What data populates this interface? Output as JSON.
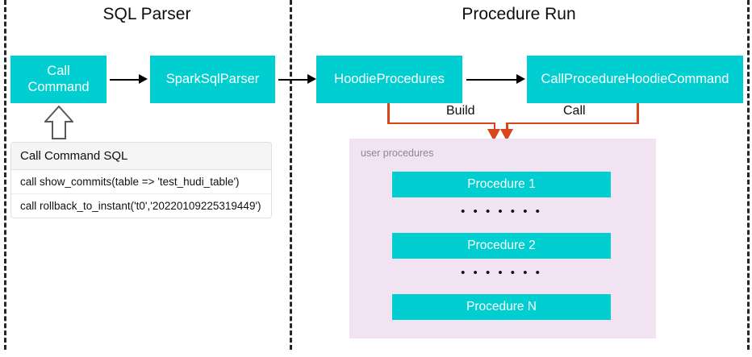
{
  "panels": {
    "left_title": "SQL Parser",
    "right_title": "Procedure Run"
  },
  "nodes": {
    "call_command": "Call\nCommand",
    "call_command_line1": "Call",
    "call_command_line2": "Command",
    "spark_sql_parser": "SparkSqlParser",
    "hoodie_procedures": "HoodieProcedures",
    "call_procedure_hoodie_command": "CallProcedureHoodieCommand"
  },
  "edges": {
    "build_label": "Build",
    "call_label": "Call"
  },
  "sql_card": {
    "header": "Call Command SQL",
    "rows": [
      "call show_commits(table => 'test_hudi_table')",
      "call rollback_to_instant('t0','20220109225319449')"
    ]
  },
  "user_procedures": {
    "label": "user procedures",
    "items": [
      "Procedure 1",
      "Procedure 2",
      "Procedure N"
    ],
    "ellipsis": "• • • • • • •"
  },
  "colors": {
    "teal_box": "#00CED1",
    "orange_connector": "#D9441C",
    "procedures_panel": "#F2E3F3",
    "dashed_separator": "#262626",
    "text_on_teal": "#FFFFFF"
  }
}
